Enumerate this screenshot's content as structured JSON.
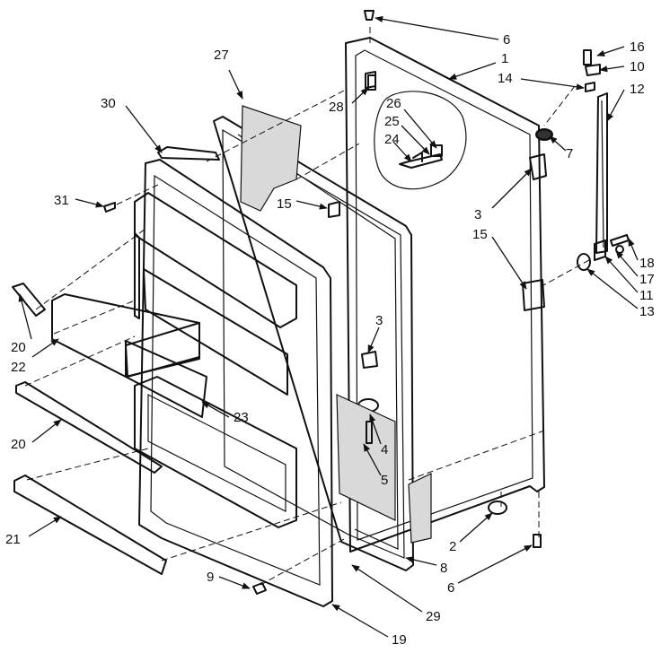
{
  "callouts": [
    {
      "id": "c6a",
      "label": "6"
    },
    {
      "id": "c1",
      "label": "1"
    },
    {
      "id": "c16",
      "label": "16"
    },
    {
      "id": "c10",
      "label": "10"
    },
    {
      "id": "c14",
      "label": "14"
    },
    {
      "id": "c12",
      "label": "12"
    },
    {
      "id": "c27",
      "label": "27"
    },
    {
      "id": "c28",
      "label": "28"
    },
    {
      "id": "c26",
      "label": "26"
    },
    {
      "id": "c25",
      "label": "25"
    },
    {
      "id": "c24",
      "label": "24"
    },
    {
      "id": "c7",
      "label": "7"
    },
    {
      "id": "c30",
      "label": "30"
    },
    {
      "id": "c31",
      "label": "31"
    },
    {
      "id": "c15a",
      "label": "15"
    },
    {
      "id": "c3a",
      "label": "3"
    },
    {
      "id": "c15b",
      "label": "15"
    },
    {
      "id": "c18",
      "label": "18"
    },
    {
      "id": "c17",
      "label": "17"
    },
    {
      "id": "c11",
      "label": "11"
    },
    {
      "id": "c13",
      "label": "13"
    },
    {
      "id": "c20a",
      "label": "20"
    },
    {
      "id": "c22",
      "label": "22"
    },
    {
      "id": "c3b",
      "label": "3"
    },
    {
      "id": "c23",
      "label": "23"
    },
    {
      "id": "c20b",
      "label": "20"
    },
    {
      "id": "c4",
      "label": "4"
    },
    {
      "id": "c5",
      "label": "5"
    },
    {
      "id": "c21",
      "label": "21"
    },
    {
      "id": "c2",
      "label": "2"
    },
    {
      "id": "c8",
      "label": "8"
    },
    {
      "id": "c6b",
      "label": "6"
    },
    {
      "id": "c9",
      "label": "9"
    },
    {
      "id": "c29",
      "label": "29"
    },
    {
      "id": "c19",
      "label": "19"
    }
  ]
}
